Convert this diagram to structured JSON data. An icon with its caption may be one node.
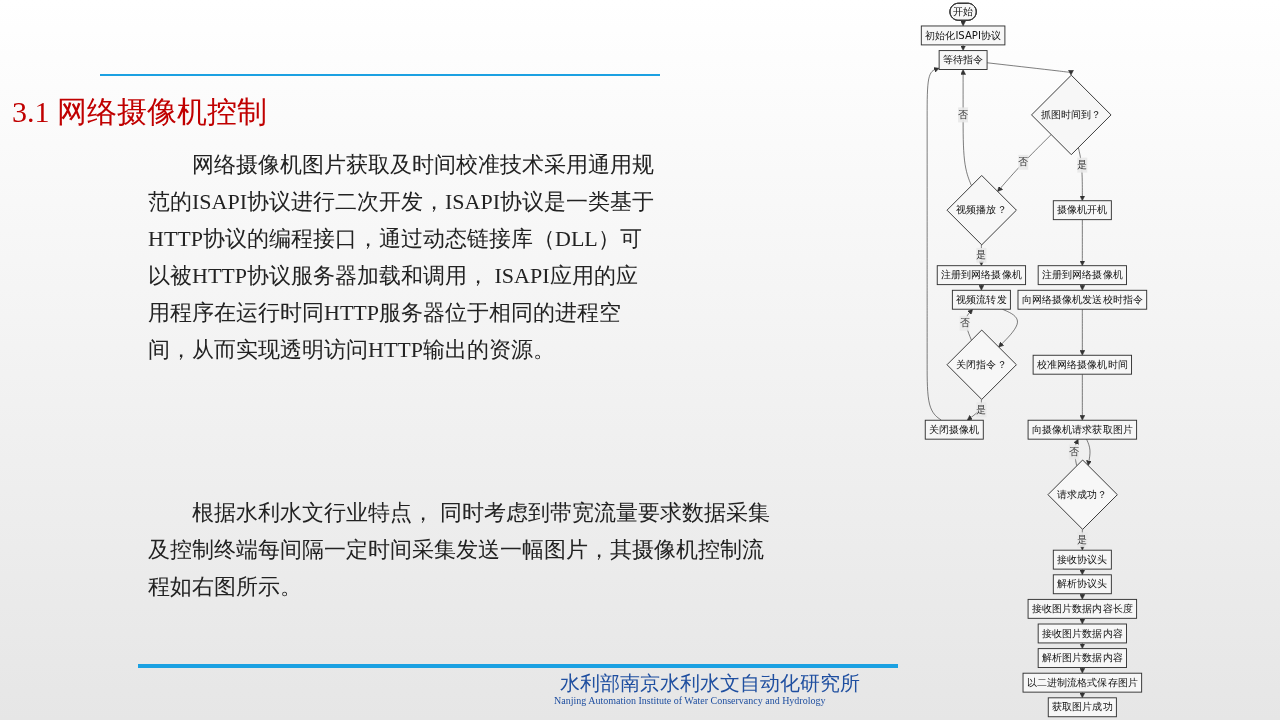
{
  "diagram": {
    "title": "3.1 网络摄像机控制",
    "nodes": [
      {
        "text": [
          "开始"
        ]
      },
      {
        "text": [
          "初始化ISAPI协议"
        ]
      },
      {
        "text": [
          "等待指令"
        ]
      },
      {
        "text": [
          "抓图时间到？"
        ]
      },
      {
        "text": [
          "视频播放？"
        ]
      },
      {
        "text": [
          "注册到网络摄像机"
        ]
      },
      {
        "text": [
          "视频流转发"
        ]
      },
      {
        "text": [
          "关闭指令？"
        ]
      },
      {
        "text": [
          "关闭摄像机"
        ]
      },
      {
        "text": [
          "摄像机开机"
        ]
      },
      {
        "text": [
          "注册到网络摄像机"
        ]
      },
      {
        "text": [
          "向网络摄像机发送校时指令"
        ]
      },
      {
        "text": [
          "校准网络摄像机时间"
        ]
      },
      {
        "text": [
          "向摄像机请求获取图片"
        ]
      },
      {
        "text": [
          "请求成功？"
        ]
      },
      {
        "text": [
          "接收协议头"
        ]
      },
      {
        "text": [
          "解析协议头"
        ]
      },
      {
        "text": [
          "接收图片数据内容长度"
        ]
      },
      {
        "text": [
          "接收图片数据内容"
        ]
      },
      {
        "text": [
          "解析图片数据内容"
        ]
      },
      {
        "text": [
          "以二进制流格式保存图片"
        ]
      },
      {
        "text": [
          "获取图片成功"
        ]
      }
    ],
    "edges": [
      {
        "from": 0,
        "to": 1,
        "arrow": "to"
      },
      {
        "from": 1,
        "to": 2,
        "arrow": "to"
      },
      {
        "from": 2,
        "to": 3,
        "arrow": "to"
      },
      {
        "from": 3,
        "to": 4,
        "label": "否",
        "arrow": "to"
      },
      {
        "from": 4,
        "to": 2,
        "label": "否",
        "arrow": "to"
      },
      {
        "from": 4,
        "to": 5,
        "label": "是",
        "arrow": "to"
      },
      {
        "from": 5,
        "to": 6,
        "arrow": "to"
      },
      {
        "from": 6,
        "to": 7,
        "arrow": "to"
      },
      {
        "from": 7,
        "to": 6,
        "label": "否",
        "arrow": "to"
      },
      {
        "from": 7,
        "to": 8,
        "label": "是",
        "arrow": "to"
      },
      {
        "from": 8,
        "to": 2,
        "arrow": "to"
      },
      {
        "from": 3,
        "to": 9,
        "label": "是",
        "arrow": "to"
      },
      {
        "from": 9,
        "to": 10,
        "arrow": "to"
      },
      {
        "from": 10,
        "to": 11,
        "arrow": "to"
      },
      {
        "from": 11,
        "to": 12,
        "arrow": "to"
      },
      {
        "from": 12,
        "to": 13,
        "arrow": "to"
      },
      {
        "from": 13,
        "to": 14,
        "arrow": "to"
      },
      {
        "from": 14,
        "to": 13,
        "label": "否",
        "arrow": "to"
      },
      {
        "from": 14,
        "to": 15,
        "label": "是",
        "arrow": "to"
      },
      {
        "from": 15,
        "to": 16,
        "arrow": "to"
      },
      {
        "from": 16,
        "to": 17,
        "arrow": "to"
      },
      {
        "from": 17,
        "to": 18,
        "arrow": "to"
      },
      {
        "from": 18,
        "to": 19,
        "arrow": "to"
      },
      {
        "from": 19,
        "to": 20,
        "arrow": "to"
      },
      {
        "from": 20,
        "to": 21,
        "arrow": "to"
      }
    ],
    "labels": [
      "网络摄像机图片获取及时间校准技术采用通用规范的ISAPI协议进行二次开发，ISAPI协议是一类基于HTTP协议的编程接口，通过动态链接库（DLL）可以被HTTP协议服务器加载和调用， ISAPI应用的应用程序在运行时同HTTP服务器位于相同的进程空间，从而实现透明访问HTTP输出的资源。",
      "根据水利水文行业特点， 同时考虑到带宽流量要求数据采集及控制终端每间隔一定时间采集发送一幅图片，其摄像机控制流程如右图所示。",
      "水利部南京水利水文自动化研究所",
      "Nanjing Automation Institute of Water Conservancy and Hydrology"
    ]
  }
}
